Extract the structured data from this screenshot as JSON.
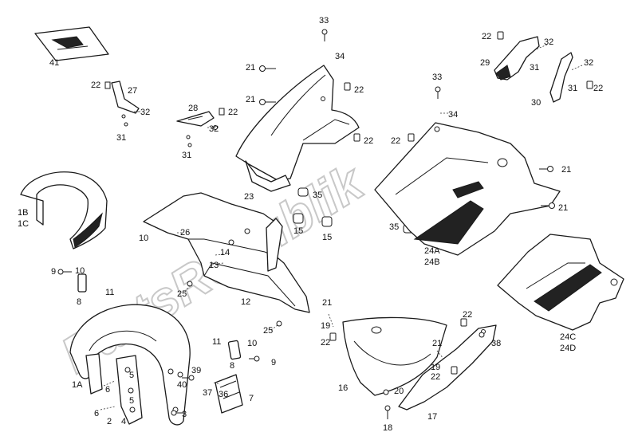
{
  "watermark": "PartsRepublik",
  "colors": {
    "line": "#1a1a1a",
    "watermark": "#c8c8c8",
    "background": "#ffffff"
  },
  "labels": [
    {
      "id": "l-33a",
      "text": "33"
    },
    {
      "id": "l-34a",
      "text": "34"
    },
    {
      "id": "l-21a",
      "text": "21"
    },
    {
      "id": "l-21b",
      "text": "21"
    },
    {
      "id": "l-22a",
      "text": "22"
    },
    {
      "id": "l-22b",
      "text": "22"
    },
    {
      "id": "l-27",
      "text": "27"
    },
    {
      "id": "l-32a",
      "text": "32"
    },
    {
      "id": "l-31a",
      "text": "31"
    },
    {
      "id": "l-28",
      "text": "28"
    },
    {
      "id": "l-22c",
      "text": "22"
    },
    {
      "id": "l-32b",
      "text": "32"
    },
    {
      "id": "l-31b",
      "text": "31"
    },
    {
      "id": "l-41",
      "text": "41"
    },
    {
      "id": "l-1B",
      "text": "1B"
    },
    {
      "id": "l-1C",
      "text": "1C"
    },
    {
      "id": "l-23",
      "text": "23"
    },
    {
      "id": "l-35a",
      "text": "35"
    },
    {
      "id": "l-15a",
      "text": "15"
    },
    {
      "id": "l-15b",
      "text": "15"
    },
    {
      "id": "l-10a",
      "text": "10"
    },
    {
      "id": "l-26",
      "text": "26"
    },
    {
      "id": "l-14",
      "text": "14"
    },
    {
      "id": "l-13",
      "text": "13"
    },
    {
      "id": "l-25a",
      "text": "25"
    },
    {
      "id": "l-12",
      "text": "12"
    },
    {
      "id": "l-9a",
      "text": "9"
    },
    {
      "id": "l-10b",
      "text": "10"
    },
    {
      "id": "l-11a",
      "text": "11"
    },
    {
      "id": "l-8a",
      "text": "8"
    },
    {
      "id": "l-22d",
      "text": "22"
    },
    {
      "id": "l-32c",
      "text": "32"
    },
    {
      "id": "l-29",
      "text": "29"
    },
    {
      "id": "l-31c",
      "text": "31"
    },
    {
      "id": "l-32d",
      "text": "32"
    },
    {
      "id": "l-31d",
      "text": "31"
    },
    {
      "id": "l-22e",
      "text": "22"
    },
    {
      "id": "l-30",
      "text": "30"
    },
    {
      "id": "l-33b",
      "text": "33"
    },
    {
      "id": "l-22f",
      "text": "22"
    },
    {
      "id": "l-34b",
      "text": "34"
    },
    {
      "id": "l-22g",
      "text": "22"
    },
    {
      "id": "l-21c",
      "text": "21"
    },
    {
      "id": "l-21d",
      "text": "21"
    },
    {
      "id": "l-35b",
      "text": "35"
    },
    {
      "id": "l-24A",
      "text": "24A"
    },
    {
      "id": "l-24B",
      "text": "24B"
    },
    {
      "id": "l-24C",
      "text": "24C"
    },
    {
      "id": "l-24D",
      "text": "24D"
    },
    {
      "id": "l-25b",
      "text": "25"
    },
    {
      "id": "l-11b",
      "text": "11"
    },
    {
      "id": "l-10c",
      "text": "10"
    },
    {
      "id": "l-8b",
      "text": "8"
    },
    {
      "id": "l-9b",
      "text": "9"
    },
    {
      "id": "l-39",
      "text": "39"
    },
    {
      "id": "l-40",
      "text": "40"
    },
    {
      "id": "l-37",
      "text": "37"
    },
    {
      "id": "l-36",
      "text": "36"
    },
    {
      "id": "l-7",
      "text": "7"
    },
    {
      "id": "l-1A",
      "text": "1A"
    },
    {
      "id": "l-6a",
      "text": "6"
    },
    {
      "id": "l-5a",
      "text": "5"
    },
    {
      "id": "l-5b",
      "text": "5"
    },
    {
      "id": "l-6b",
      "text": "6"
    },
    {
      "id": "l-2",
      "text": "2"
    },
    {
      "id": "l-4",
      "text": "4"
    },
    {
      "id": "l-3",
      "text": "3"
    },
    {
      "id": "l-21e",
      "text": "21"
    },
    {
      "id": "l-19a",
      "text": "19"
    },
    {
      "id": "l-22h",
      "text": "22"
    },
    {
      "id": "l-22i",
      "text": "22"
    },
    {
      "id": "l-21f",
      "text": "21"
    },
    {
      "id": "l-38",
      "text": "38"
    },
    {
      "id": "l-19b",
      "text": "19"
    },
    {
      "id": "l-22j",
      "text": "22"
    },
    {
      "id": "l-16",
      "text": "16"
    },
    {
      "id": "l-20",
      "text": "20"
    },
    {
      "id": "l-18",
      "text": "18"
    },
    {
      "id": "l-17",
      "text": "17"
    }
  ]
}
